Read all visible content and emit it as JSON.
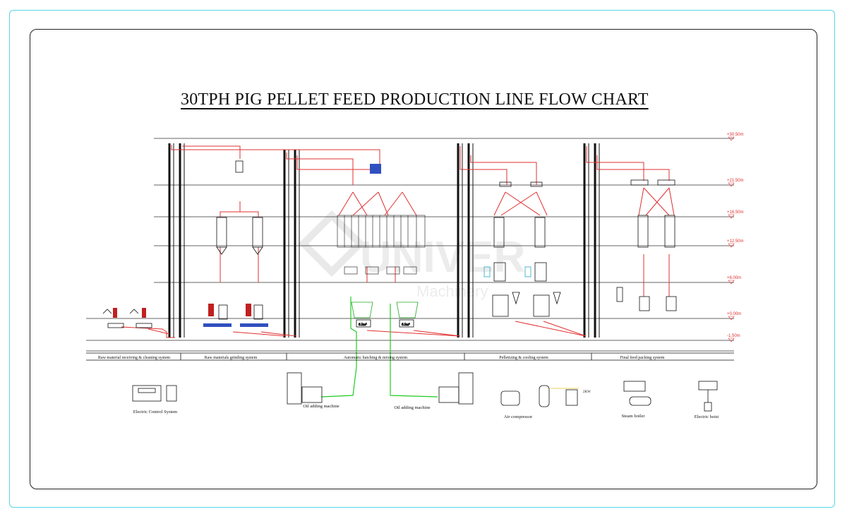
{
  "title": "30TPH PIG PELLET FEED PRODUCTION LINE FLOW CHART",
  "watermark": {
    "text": "UNIVER",
    "subtext": "Machinery"
  },
  "levels": [
    "+30.50m",
    "+21.50m",
    "+16.50m",
    "+12.50m",
    "+6.00m",
    "+0.00m",
    "-1.50m"
  ],
  "sections": [
    "Raw material receiving & cleaning system",
    "Raw materials grinding system",
    "Automatic batching & mixing system",
    "Pelletizing & cooling system",
    "Final feed packing system"
  ],
  "equipment": {
    "electric_control": "Electric Control System",
    "oil_adding_1": "Oil adding machine",
    "oil_adding_2": "Oil adding machine",
    "air_compressor": "Air compressor",
    "steam_boiler": "Steam boiler",
    "electric_hoist": "Electric hoist"
  },
  "small_labels": {
    "mixer_1": "6.5m³",
    "mixer_2": "6.5m³",
    "pressure": "2KW"
  },
  "colors": {
    "flow": "#e03030",
    "oil": "#22cc22",
    "structure": "#111111",
    "border": "#58d6e6",
    "equipment_blue": "#3050c0"
  }
}
